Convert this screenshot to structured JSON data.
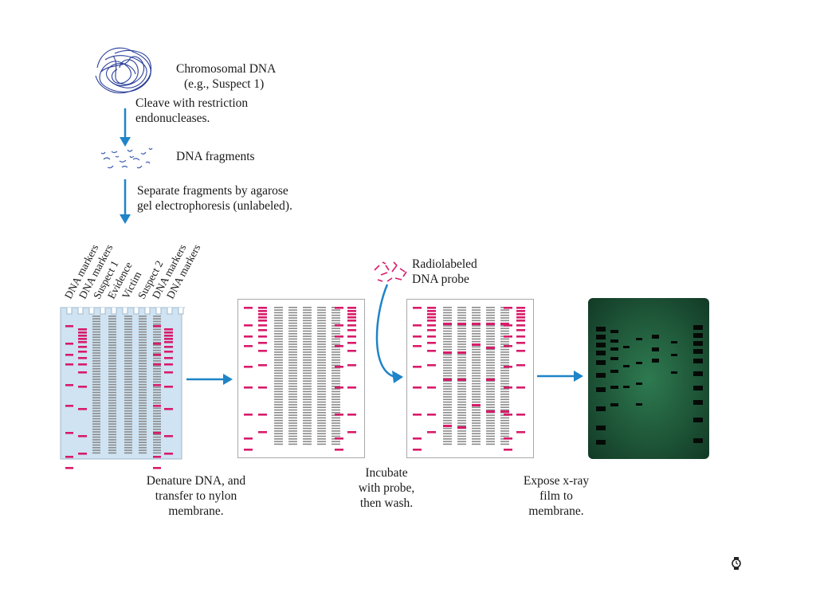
{
  "steps": {
    "chromosomal": {
      "line1": "Chromosomal DNA",
      "line2": "(e.g., Suspect 1)"
    },
    "cleave": {
      "line1": "Cleave with restriction",
      "line2": "endonucleases."
    },
    "fragments": "DNA fragments",
    "separate": {
      "line1": "Separate fragments by agarose",
      "line2": "gel electrophoresis (unlabeled)."
    },
    "probe": {
      "line1": "Radiolabeled",
      "line2": "DNA probe"
    },
    "denature": {
      "line1": "Denature DNA, and",
      "line2": "transfer to nylon",
      "line3": "membrane."
    },
    "incubate": {
      "line1": "Incubate",
      "line2": "with probe,",
      "line3": "then wash."
    },
    "expose": {
      "line1": "Expose x-ray",
      "line2": "film to",
      "line3": "membrane."
    }
  },
  "lanes": [
    "DNA markers",
    "DNA markers",
    "Suspect 1",
    "Evidence",
    "Victim",
    "Suspect 2",
    "DNA markers",
    "DNA markers"
  ],
  "colors": {
    "band_pink": "#d81b6a",
    "arrow_blue": "#1f84c8",
    "gel_blue": "#cfe3f2",
    "film_green": "#1f5a3c",
    "smear_gray": "#8a8a8a"
  },
  "icons": {
    "corner": "clock-icon"
  }
}
